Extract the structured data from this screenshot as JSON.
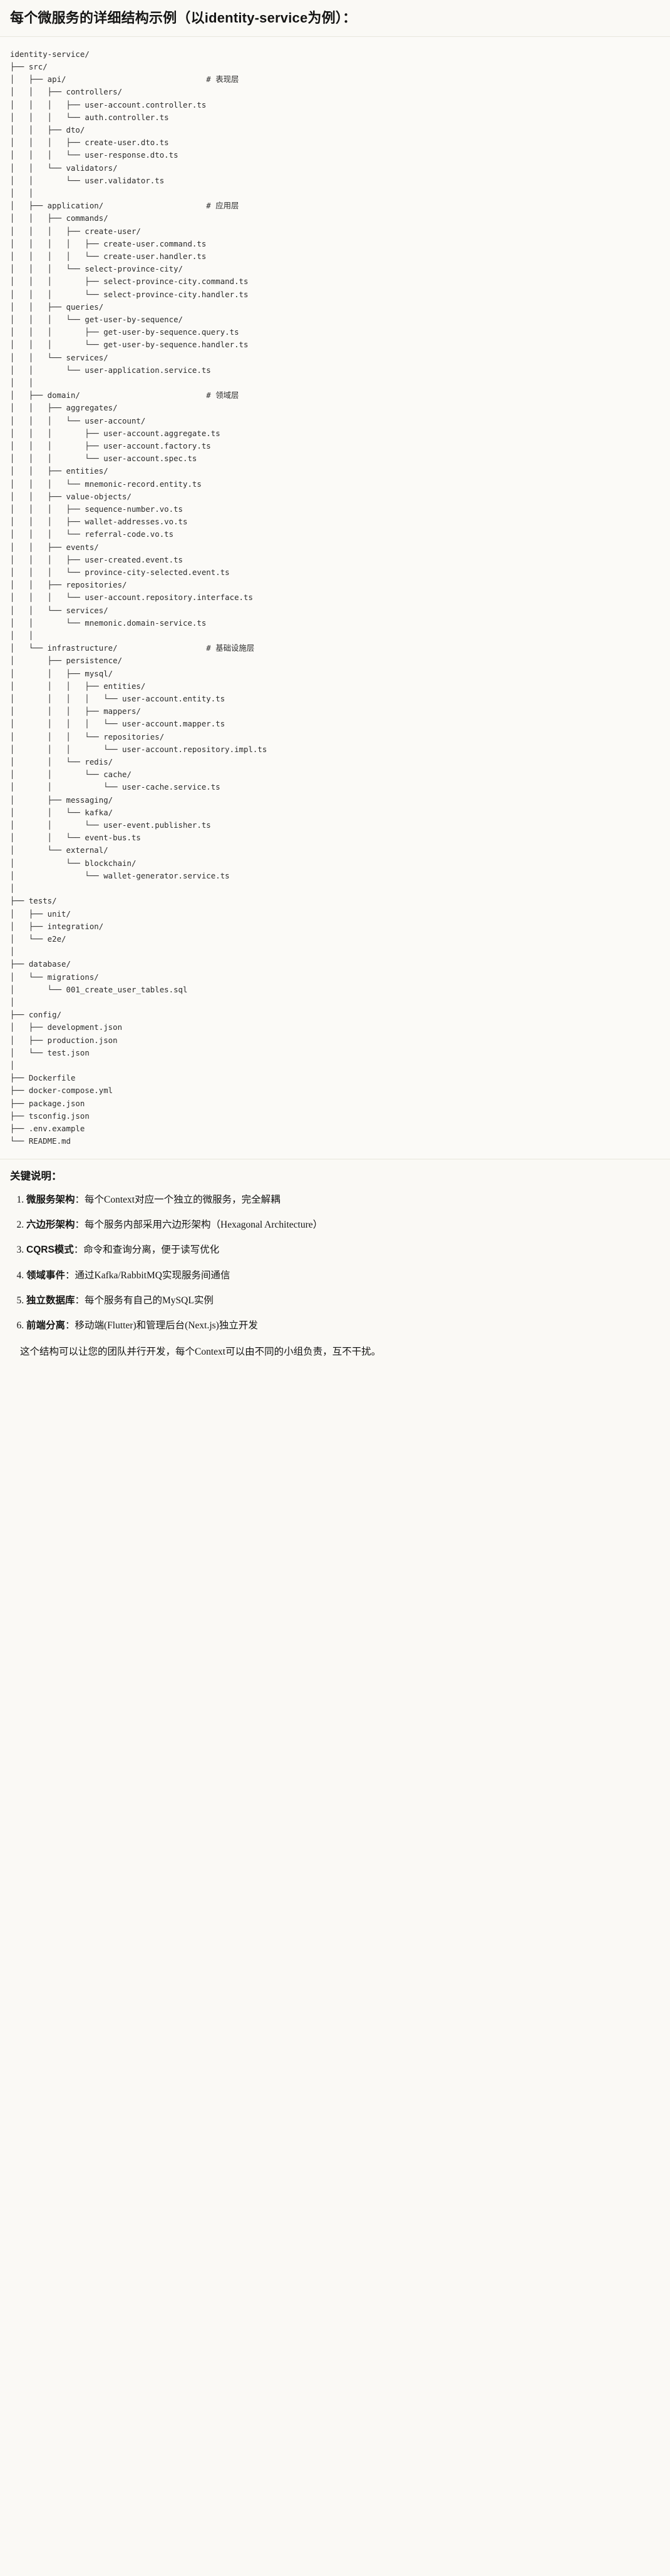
{
  "document": {
    "title": "每个微服务的详细结构示例（以identity-service为例）：",
    "tree_text": "identity-service/\n├── src/\n│   ├── api/                              # 表现层\n│   │   ├── controllers/\n│   │   │   ├── user-account.controller.ts\n│   │   │   └── auth.controller.ts\n│   │   ├── dto/\n│   │   │   ├── create-user.dto.ts\n│   │   │   └── user-response.dto.ts\n│   │   └── validators/\n│   │       └── user.validator.ts\n│   │\n│   ├── application/                      # 应用层\n│   │   ├── commands/\n│   │   │   ├── create-user/\n│   │   │   │   ├── create-user.command.ts\n│   │   │   │   └── create-user.handler.ts\n│   │   │   └── select-province-city/\n│   │   │       ├── select-province-city.command.ts\n│   │   │       └── select-province-city.handler.ts\n│   │   ├── queries/\n│   │   │   └── get-user-by-sequence/\n│   │   │       ├── get-user-by-sequence.query.ts\n│   │   │       └── get-user-by-sequence.handler.ts\n│   │   └── services/\n│   │       └── user-application.service.ts\n│   │\n│   ├── domain/                           # 领域层\n│   │   ├── aggregates/\n│   │   │   └── user-account/\n│   │   │       ├── user-account.aggregate.ts\n│   │   │       ├── user-account.factory.ts\n│   │   │       └── user-account.spec.ts\n│   │   ├── entities/\n│   │   │   └── mnemonic-record.entity.ts\n│   │   ├── value-objects/\n│   │   │   ├── sequence-number.vo.ts\n│   │   │   ├── wallet-addresses.vo.ts\n│   │   │   └── referral-code.vo.ts\n│   │   ├── events/\n│   │   │   ├── user-created.event.ts\n│   │   │   └── province-city-selected.event.ts\n│   │   ├── repositories/\n│   │   │   └── user-account.repository.interface.ts\n│   │   └── services/\n│   │       └── mnemonic.domain-service.ts\n│   │\n│   └── infrastructure/                   # 基础设施层\n│       ├── persistence/\n│       │   ├── mysql/\n│       │   │   ├── entities/\n│       │   │   │   └── user-account.entity.ts\n│       │   │   ├── mappers/\n│       │   │   │   └── user-account.mapper.ts\n│       │   │   └── repositories/\n│       │   │       └── user-account.repository.impl.ts\n│       │   └── redis/\n│       │       └── cache/\n│       │           └── user-cache.service.ts\n│       ├── messaging/\n│       │   └── kafka/\n│       │       └── user-event.publisher.ts\n│       │   └── event-bus.ts\n│       └── external/\n│           └── blockchain/\n│               └── wallet-generator.service.ts\n│\n├── tests/\n│   ├── unit/\n│   ├── integration/\n│   └── e2e/\n│\n├── database/\n│   └── migrations/\n│       └── 001_create_user_tables.sql\n│\n├── config/\n│   ├── development.json\n│   ├── production.json\n│   └── test.json\n│\n├── Dockerfile\n├── docker-compose.yml\n├── package.json\n├── tsconfig.json\n├── .env.example\n└── README.md",
    "notes": {
      "heading": "关键说明：",
      "items": [
        {
          "label": "微服务架构",
          "text": "：每个Context对应一个独立的微服务，完全解耦"
        },
        {
          "label": "六边形架构",
          "text": "：每个服务内部采用六边形架构（Hexagonal Architecture）"
        },
        {
          "label": "CQRS模式",
          "text": "：命令和查询分离，便于读写优化"
        },
        {
          "label": "领域事件",
          "text": "：通过Kafka/RabbitMQ实现服务间通信"
        },
        {
          "label": "独立数据库",
          "text": "：每个服务有自己的MySQL实例"
        },
        {
          "label": "前端分离",
          "text": "：移动端(Flutter)和管理后台(Next.js)独立开发"
        }
      ],
      "closing": "这个结构可以让您的团队并行开发，每个Context可以由不同的小组负责，互不干扰。"
    },
    "layer_comments": [
      "# 表现层",
      "# 应用层",
      "# 领域层",
      "# 基础设施层"
    ],
    "colors": {
      "background": "#faf9f5",
      "code_background": "#fbfaf7",
      "text": "#141413",
      "rule": "#e8e6dd"
    }
  }
}
